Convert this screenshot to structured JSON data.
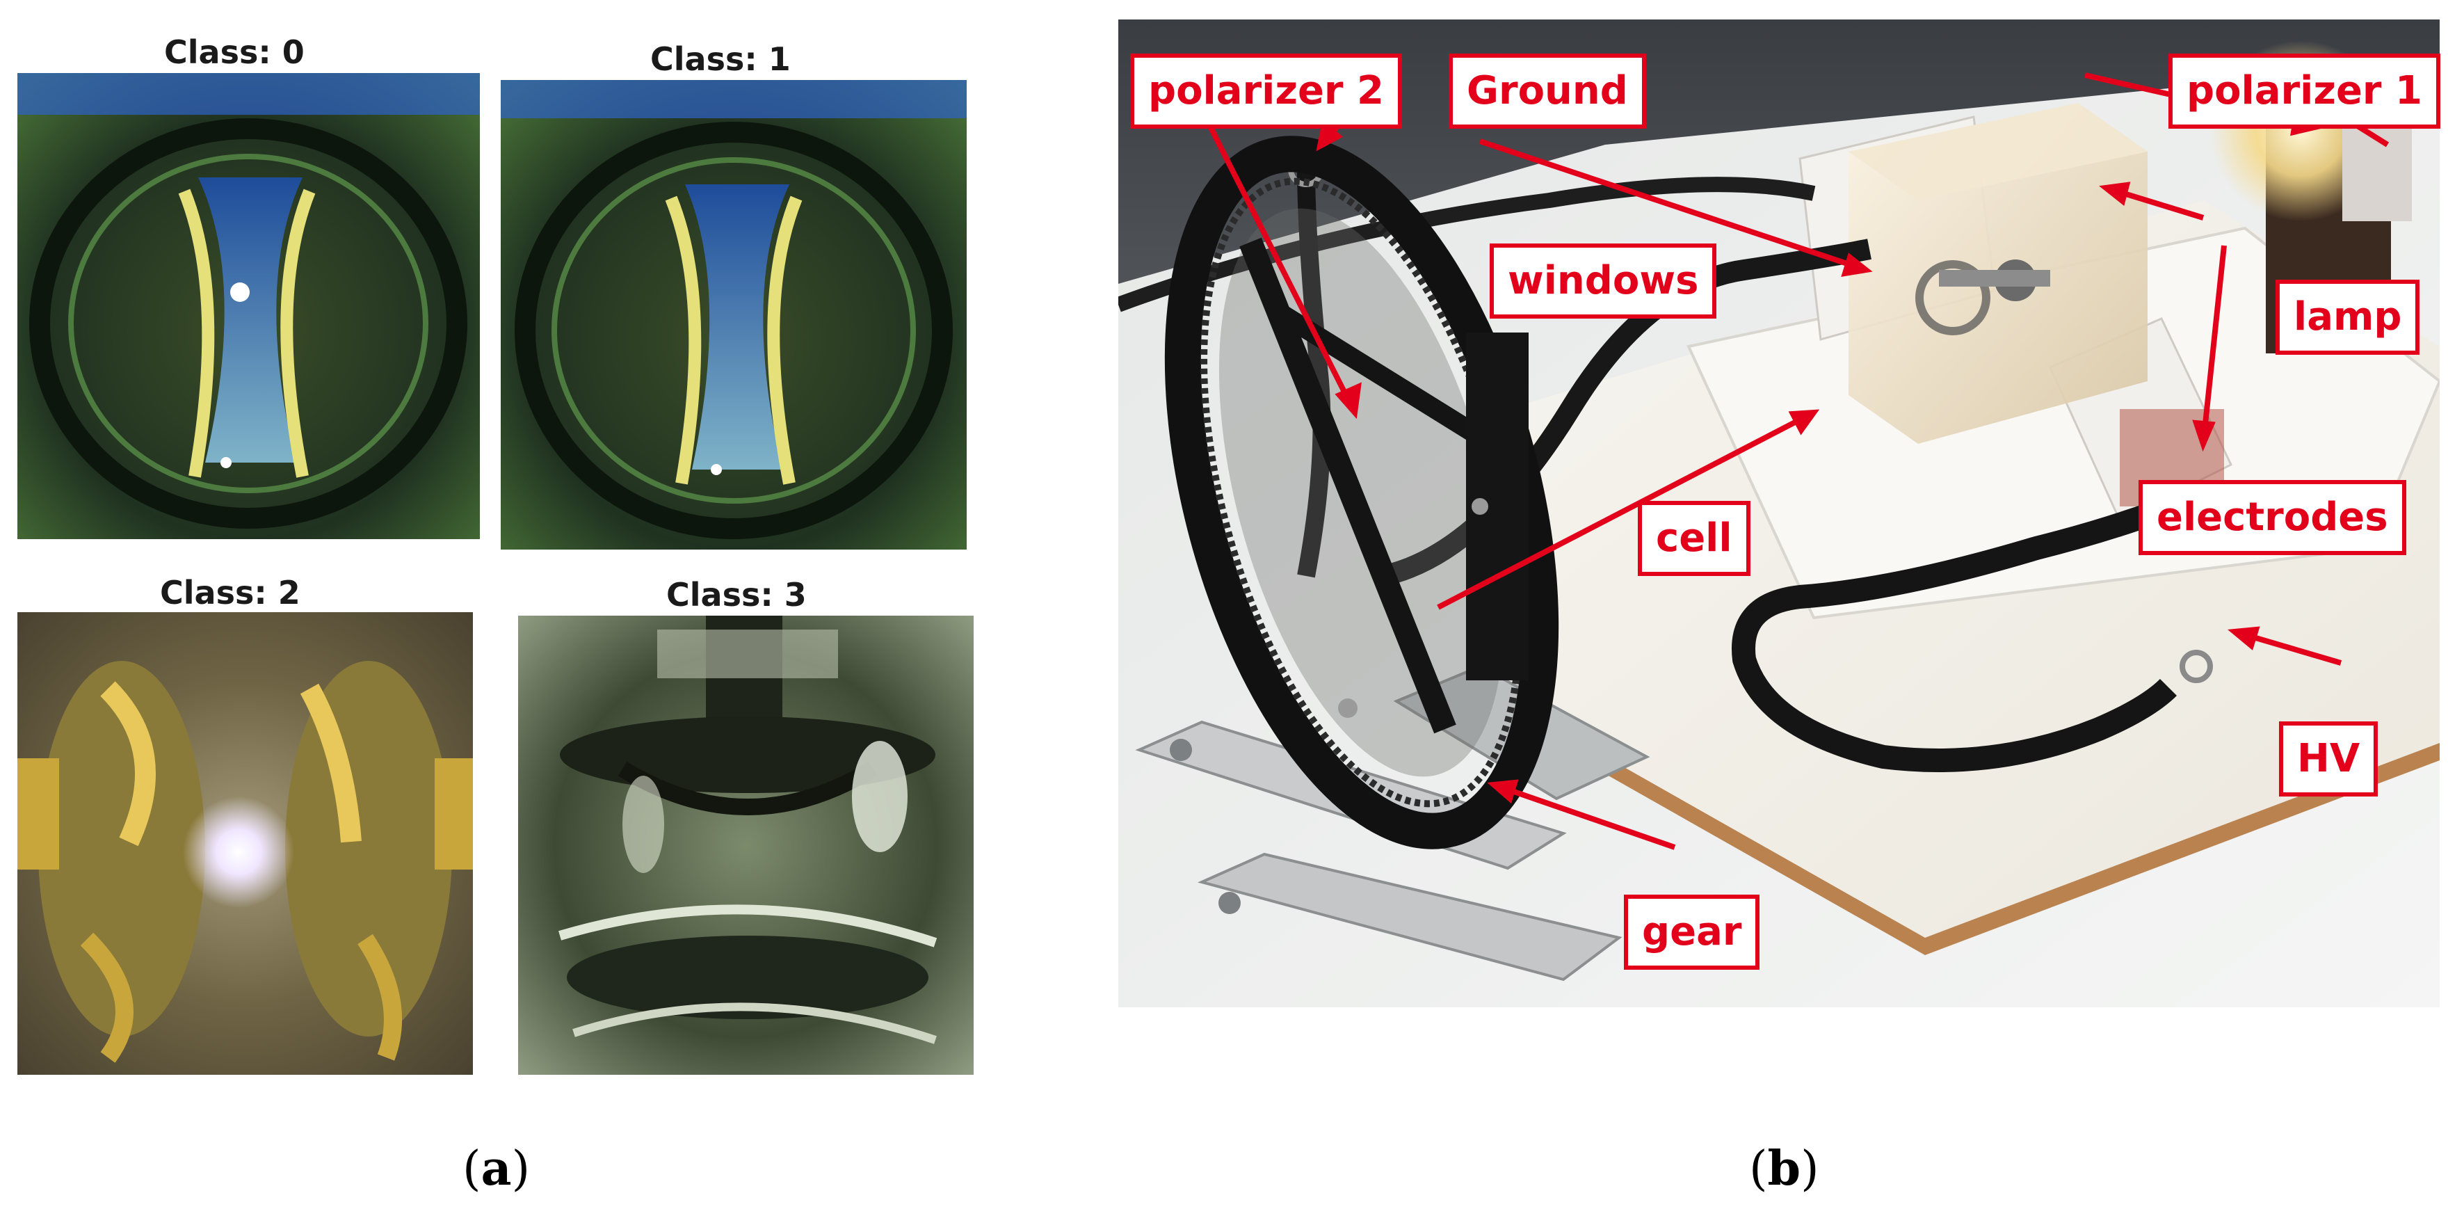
{
  "panel_a": {
    "tiles": [
      {
        "title": "Class: 0"
      },
      {
        "title": "Class: 1"
      },
      {
        "title": "Class: 2"
      },
      {
        "title": "Class: 3"
      }
    ]
  },
  "panel_b": {
    "labels": {
      "polarizer2": "polarizer 2",
      "ground": "Ground",
      "polarizer1": "polarizer 1",
      "windows": "windows",
      "lamp": "lamp",
      "cell": "cell",
      "electrodes": "electrodes",
      "hv": "HV",
      "gear": "gear"
    },
    "callout_color": "#e3001b"
  },
  "captions": {
    "a_open": "(",
    "a_letter": "a",
    "a_close": ")",
    "b_open": "(",
    "b_letter": "b",
    "b_close": ")"
  }
}
